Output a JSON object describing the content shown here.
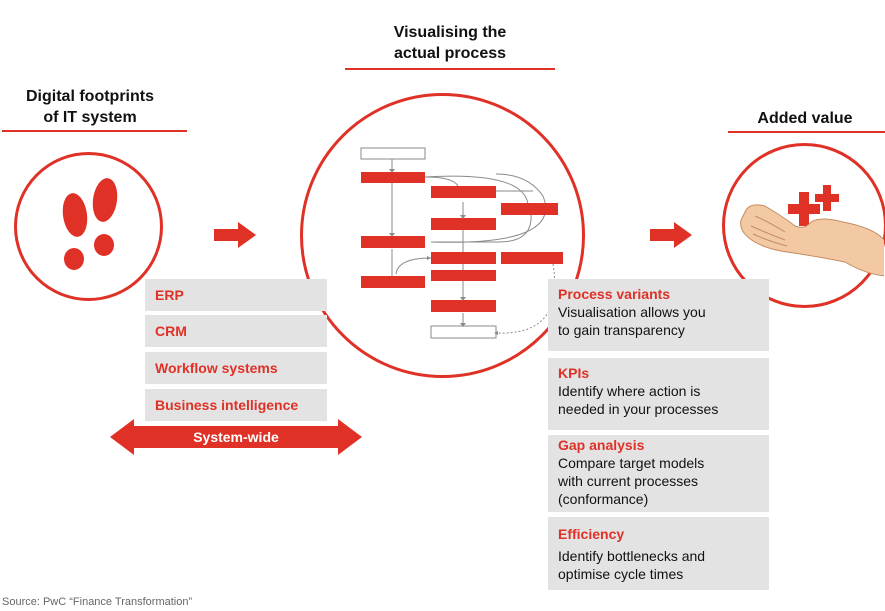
{
  "titles": {
    "left": "Digital footprints\nof IT system",
    "center": "Visualising the\nactual process",
    "right": "Added value"
  },
  "systems": [
    "ERP",
    "CRM",
    "Workflow systems",
    "Business intelligence"
  ],
  "system_wide_label": "System-wide",
  "benefits": [
    {
      "heading": "Process variants",
      "text": "Visualisation allows you\nto gain transparency"
    },
    {
      "heading": "KPIs",
      "text": "Identify where action is\nneeded in your processes"
    },
    {
      "heading": "Gap analysis",
      "text": "Compare target models\nwith current processes\n(conformance)"
    },
    {
      "heading": "Efficiency",
      "text": "Identify bottlenecks and\noptimise cycle times"
    }
  ],
  "source": "Source: PwC “Finance Transformation”",
  "colors": {
    "accent": "#e03127",
    "box": "#e3e3e3",
    "skin": "#f3c9a4"
  },
  "icons": [
    "footprints-icon",
    "arrow-right-icon",
    "process-map-icon",
    "hand-with-plus-icon",
    "double-arrow-icon"
  ]
}
